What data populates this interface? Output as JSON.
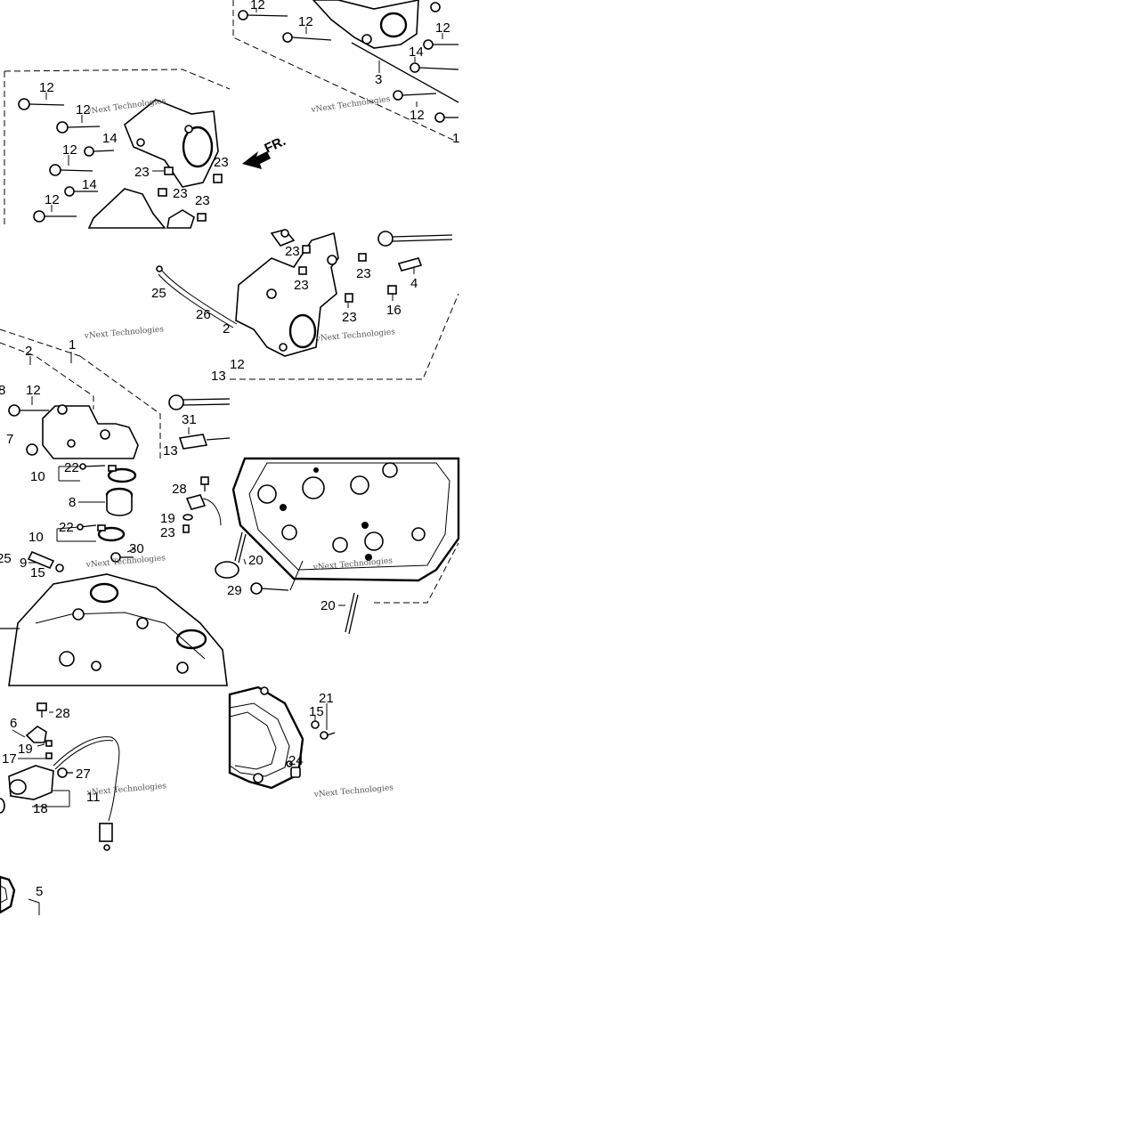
{
  "direction_arrow": {
    "label": "FR."
  },
  "watermark": {
    "text": "vNext Technologies"
  },
  "tiles": {
    "tile_a": {
      "labels": [
        "12",
        "12",
        "12",
        "14",
        "12",
        "3",
        "12",
        "1"
      ]
    },
    "tile_b": {
      "labels": [
        "12",
        "12",
        "14",
        "12",
        "23",
        "14",
        "12",
        "23",
        "23",
        "23",
        "23"
      ]
    },
    "tile_c": {
      "labels": [
        "25",
        "26",
        "23",
        "23",
        "23",
        "4",
        "16",
        "23",
        "2",
        "12"
      ]
    },
    "tile_d": {
      "labels": [
        "2",
        "1",
        "12",
        "8",
        "7",
        "13",
        "31",
        "13"
      ]
    },
    "tile_e": {
      "labels": [
        "22",
        "10",
        "8",
        "28",
        "22",
        "19",
        "23",
        "10",
        "30",
        "25",
        "9",
        "15"
      ]
    },
    "tile_f": {
      "labels": [
        "20",
        "29",
        "20"
      ]
    },
    "tile_g": {
      "labels": [
        "6",
        "28",
        "19",
        "17",
        "27",
        "11",
        "18"
      ]
    },
    "tile_h": {
      "labels": [
        "21",
        "15",
        "24"
      ]
    },
    "tile_i": {
      "labels": [
        "5"
      ]
    }
  }
}
